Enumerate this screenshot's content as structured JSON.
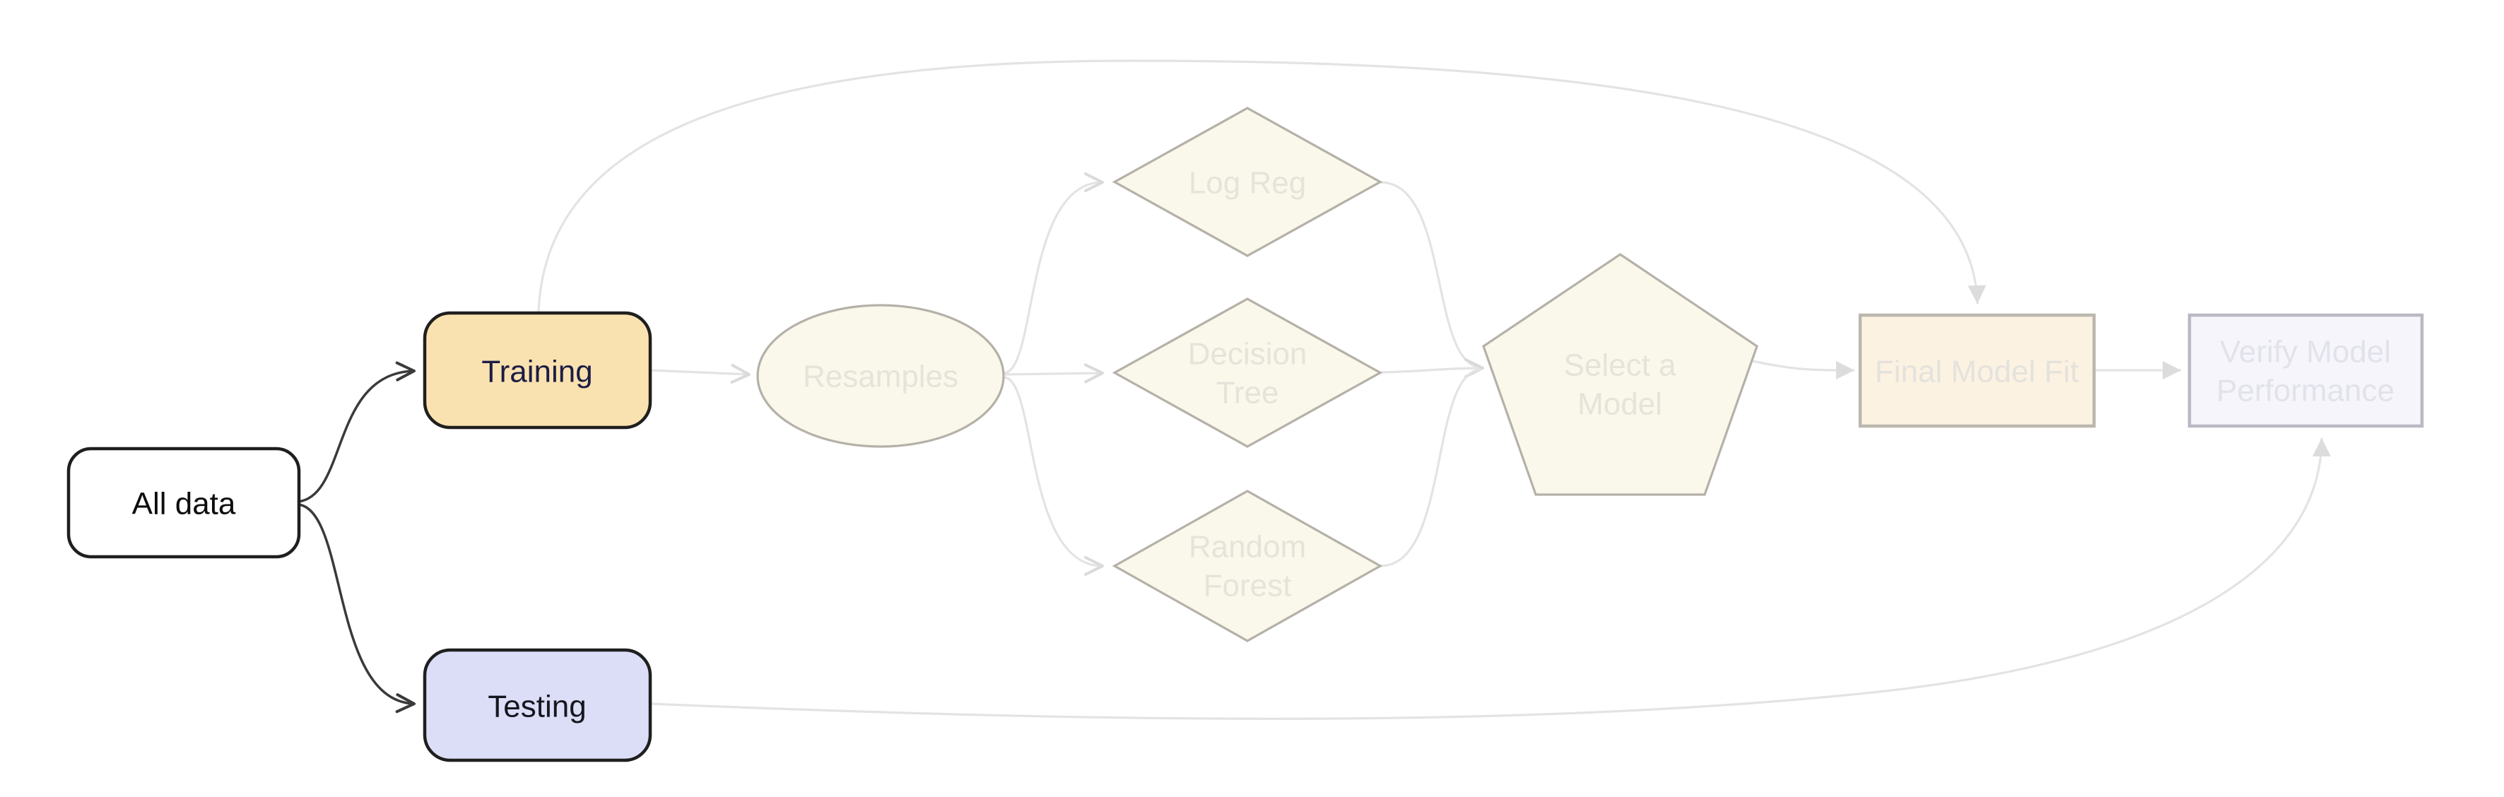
{
  "diagram": {
    "nodes": {
      "all_data": {
        "label": "All data"
      },
      "training": {
        "label": "Training"
      },
      "testing": {
        "label": "Testing"
      },
      "resamples": {
        "label": "Resamples"
      },
      "log_reg": {
        "label": "Log Reg"
      },
      "decision_tree": {
        "line1": "Decision",
        "line2": "Tree"
      },
      "random_forest": {
        "line1": "Random",
        "line2": "Forest"
      },
      "select_model": {
        "line1": "Select a",
        "line2": "Model"
      },
      "final_model_fit": {
        "label": "Final Model Fit"
      },
      "verify_model": {
        "line1": "Verify Model",
        "line2": "Performance"
      }
    },
    "edges": [
      {
        "from": "all_data",
        "to": "training",
        "style": "active"
      },
      {
        "from": "all_data",
        "to": "testing",
        "style": "active"
      },
      {
        "from": "training",
        "to": "resamples",
        "style": "faded"
      },
      {
        "from": "training",
        "to": "final_model_fit",
        "style": "faded-top-arc"
      },
      {
        "from": "resamples",
        "to": "log_reg",
        "style": "faded"
      },
      {
        "from": "resamples",
        "to": "decision_tree",
        "style": "faded"
      },
      {
        "from": "resamples",
        "to": "random_forest",
        "style": "faded"
      },
      {
        "from": "log_reg",
        "to": "select_model",
        "style": "faded"
      },
      {
        "from": "decision_tree",
        "to": "select_model",
        "style": "faded"
      },
      {
        "from": "random_forest",
        "to": "select_model",
        "style": "faded"
      },
      {
        "from": "select_model",
        "to": "final_model_fit",
        "style": "faded"
      },
      {
        "from": "final_model_fit",
        "to": "verify_model",
        "style": "faded"
      },
      {
        "from": "testing",
        "to": "verify_model",
        "style": "faded-bottom-arc"
      }
    ],
    "colors": {
      "background": "#FFFFFF",
      "all_data_fill": "#FFFFFF",
      "training_fill": "#FAE2B0",
      "testing_fill": "#DCDEF8",
      "faded_warm_fill": "#FAF7EB",
      "final_fit_fill": "#FCF2E2",
      "verify_fill": "#F5F5FB",
      "active_stroke": "#1F1F1F",
      "faded_warm_stroke": "#B5B1A8",
      "faded_cool_stroke": "#B9B9C4",
      "connector_active": "#3A3A3A",
      "connector_faded": "#E3E3E3",
      "training_text": "#1D1D44",
      "testing_text": "#16161D",
      "faded_text": "#E6E3DA"
    }
  }
}
